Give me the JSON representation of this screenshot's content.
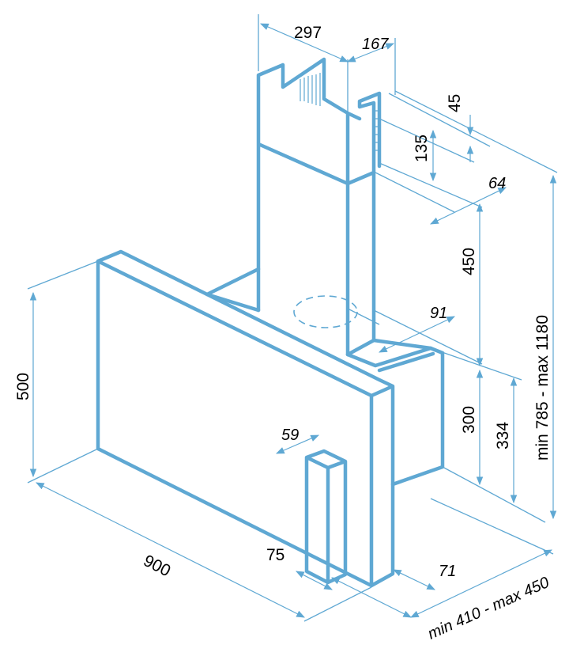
{
  "colors": {
    "line": "#5fa8d3",
    "text": "#000000",
    "background": "#ffffff"
  },
  "dimensions": {
    "chimney_width": "297",
    "chimney_depth": "167",
    "d45": "45",
    "d135": "135",
    "d64": "64",
    "d450": "450",
    "d91": "91",
    "d300": "300",
    "d334": "334",
    "height_range": "min 785 - max 1180",
    "hood_height": "500",
    "hood_width": "900",
    "d59": "59",
    "d75": "75",
    "d71": "71",
    "depth_range": "min 410 - max 450"
  }
}
